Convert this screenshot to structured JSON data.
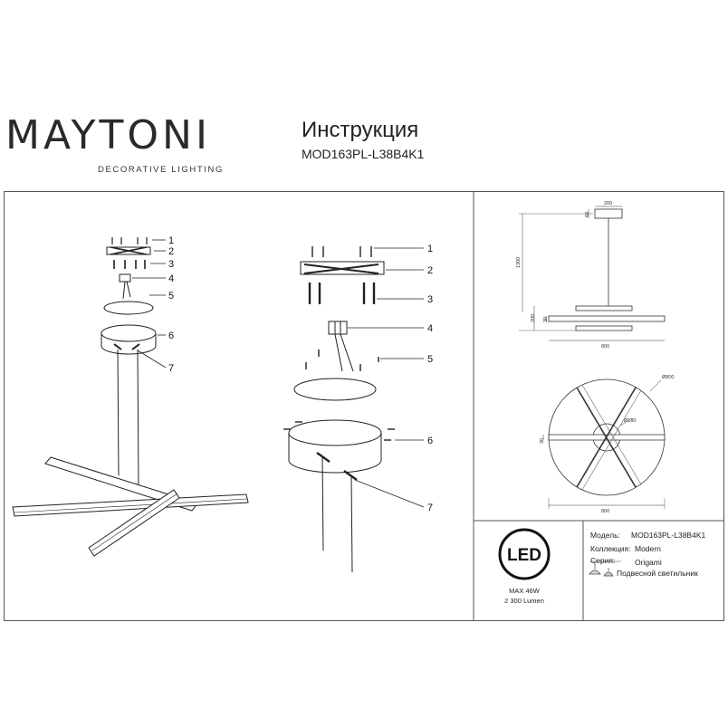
{
  "brand": {
    "name": "MAYTONI",
    "tagline": "DECORATIVE LIGHTING"
  },
  "header": {
    "title": "Инструкция",
    "model": "MOD163PL-L38B4K1"
  },
  "assembly": {
    "left_labels": [
      "1",
      "2",
      "3",
      "4",
      "5",
      "6",
      "7"
    ],
    "right_labels": [
      "1",
      "2",
      "3",
      "4",
      "5",
      "6",
      "7"
    ]
  },
  "dimensions": {
    "side": {
      "top_width": "200",
      "top_height": "60",
      "rod_length": "1300",
      "body_height": "200",
      "bar_height": "30",
      "width": "800"
    },
    "top": {
      "outer_diameter": "Ø800",
      "canopy_diameter": "Ø180",
      "bar_width": "30",
      "width": "800"
    }
  },
  "led": {
    "label": "LED",
    "power": "MAX 46W",
    "lumen": "2 300 Lumen"
  },
  "specs": {
    "model_label": "Модель:",
    "model_value": "MOD163PL-L38B4K1",
    "collection_label": "Коллекция:",
    "collection_value": "Modern",
    "series_label": "Серия:",
    "series_value": "Origami",
    "type_value": "Подвесной светильник"
  }
}
